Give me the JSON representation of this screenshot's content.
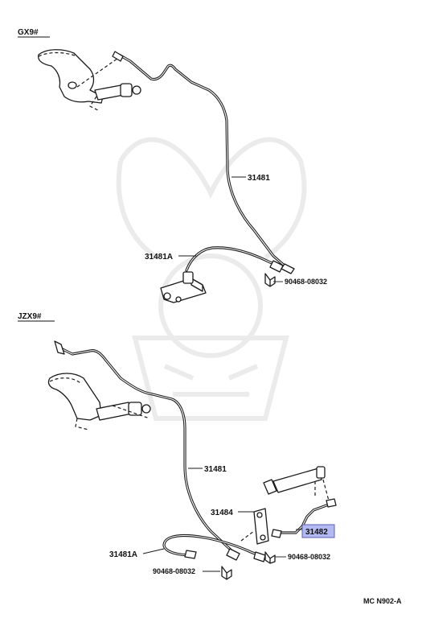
{
  "sections": {
    "gx9": "GX9#",
    "jzx9": "JZX9#"
  },
  "labels": {
    "gx_pipe_main": "31481",
    "gx_pipe_flex": "31481A",
    "gx_clip": "90468-08032",
    "jz_pipe_main": "31481",
    "jz_bracket": "31484",
    "jz_pipe_flex": "31481A",
    "jz_clip_right": "90468-08032",
    "jz_clip_left": "90468-08032",
    "jz_highlight": "31482"
  },
  "footer": {
    "code": "MC N902-A"
  },
  "colors": {
    "highlight": "#b3b9f2",
    "ink": "#1a1a1a"
  }
}
